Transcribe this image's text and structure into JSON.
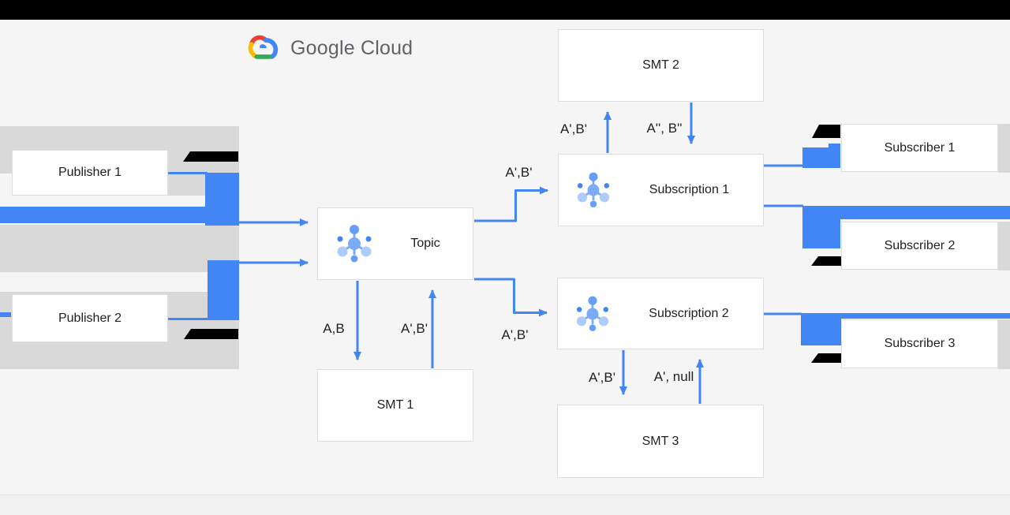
{
  "logo": {
    "label": "Google Cloud"
  },
  "nodes": {
    "publisher1": {
      "label": "Publisher 1"
    },
    "publisher2": {
      "label": "Publisher 2"
    },
    "topic": {
      "label": "Topic"
    },
    "smt1": {
      "label": "SMT 1"
    },
    "smt2": {
      "label": "SMT 2"
    },
    "smt3": {
      "label": "SMT 3"
    },
    "subscription1": {
      "label": "Subscription 1"
    },
    "subscription2": {
      "label": "Subscription 2"
    },
    "subscriber1": {
      "label": "Subscriber 1"
    },
    "subscriber2": {
      "label": "Subscriber 2"
    },
    "subscriber3": {
      "label": "Subscriber 3"
    }
  },
  "edge_labels": {
    "topic_to_smt1": "A,B",
    "smt1_to_topic": "A',B'",
    "topic_to_sub1": "A',B'",
    "topic_to_sub2": "A',B'",
    "sub1_to_smt2": "A',B'",
    "smt2_to_sub1": "A'', B''",
    "sub2_to_smt3": "A',B'",
    "smt3_to_sub2": "A', null"
  },
  "edges": [
    {
      "from": "publisher1",
      "to": "topic",
      "label": ""
    },
    {
      "from": "publisher2",
      "to": "topic",
      "label": ""
    },
    {
      "from": "topic",
      "to": "smt1",
      "label": "A,B"
    },
    {
      "from": "smt1",
      "to": "topic",
      "label": "A',B'"
    },
    {
      "from": "topic",
      "to": "subscription1",
      "label": "A',B'"
    },
    {
      "from": "topic",
      "to": "subscription2",
      "label": "A',B'"
    },
    {
      "from": "subscription1",
      "to": "smt2",
      "label": "A',B'"
    },
    {
      "from": "smt2",
      "to": "subscription1",
      "label": "A'', B''"
    },
    {
      "from": "subscription2",
      "to": "smt3",
      "label": "A',B'"
    },
    {
      "from": "smt3",
      "to": "subscription2",
      "label": "A', null"
    },
    {
      "from": "subscription1",
      "to": "subscriber1",
      "label": ""
    },
    {
      "from": "subscription1",
      "to": "subscriber2",
      "label": ""
    },
    {
      "from": "subscription2",
      "to": "subscriber3",
      "label": ""
    }
  ],
  "colors": {
    "accent_blue": "#4285f4",
    "band_gray": "#d9d9d9",
    "redaction_black": "#000000",
    "background": "#f5f5f5"
  }
}
